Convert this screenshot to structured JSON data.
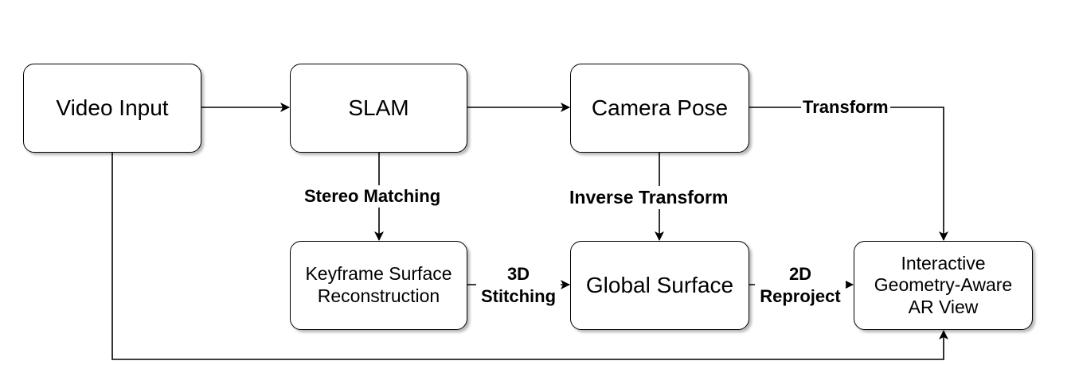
{
  "nodes": {
    "video_input": "Video Input",
    "slam": "SLAM",
    "camera_pose": "Camera Pose",
    "keyframe_surface": [
      "Keyframe Surface",
      "Reconstruction"
    ],
    "global_surface": "Global Surface",
    "ar_view": [
      "Interactive",
      "Geometry-Aware",
      "AR View"
    ]
  },
  "edges": {
    "transform": "Transform",
    "stereo_matching": "Stereo Matching",
    "inverse_transform": "Inverse Transform",
    "stitching": [
      "3D",
      "Stitching"
    ],
    "reproject": [
      "2D",
      "Reproject"
    ]
  }
}
